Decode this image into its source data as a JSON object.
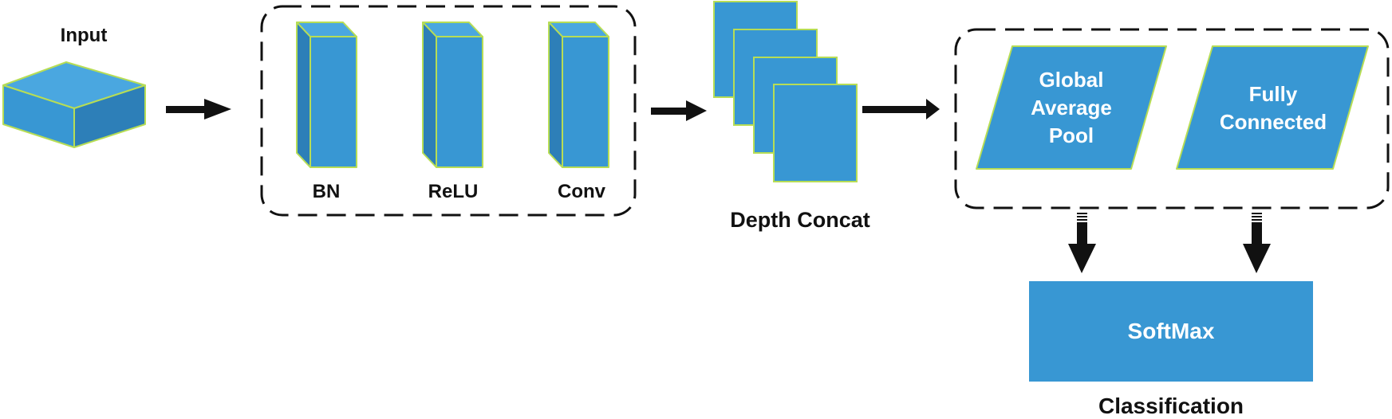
{
  "colors": {
    "block_fill": "#3897d3",
    "block_dark": "#2d7fb8",
    "block_light": "#4aa7e0",
    "outline": "#b7dd55",
    "ink": "#111111",
    "label_on_block": "#ffffff"
  },
  "input": {
    "label": "Input"
  },
  "conv_block": {
    "layers": [
      {
        "label": "BN"
      },
      {
        "label": "ReLU"
      },
      {
        "label": "Conv"
      }
    ]
  },
  "concat": {
    "label": "Depth Concat"
  },
  "head_block": {
    "gap": {
      "line1": "Global",
      "line2": "Average",
      "line3": "Pool"
    },
    "fc": {
      "line1": "Fully",
      "line2": "Connected"
    }
  },
  "softmax": {
    "label": "SoftMax"
  },
  "classification": {
    "label": "Classification"
  }
}
